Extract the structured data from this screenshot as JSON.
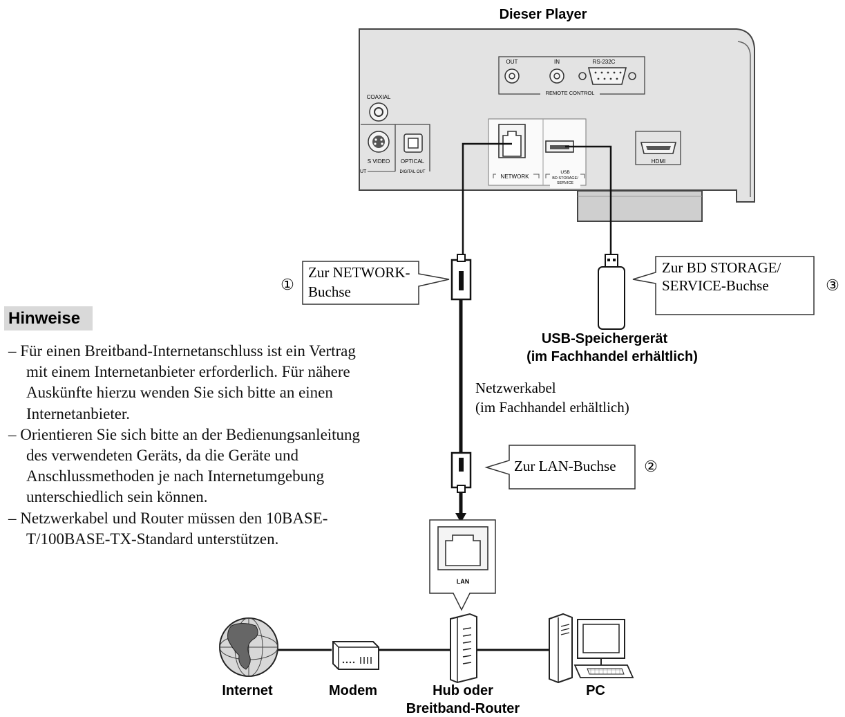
{
  "device": {
    "title": "Dieser Player",
    "ports": {
      "out": "OUT",
      "in": "IN",
      "rs232c": "RS-232C",
      "remote_control": "REMOTE CONTROL",
      "coaxial": "COAXIAL",
      "s_video": "S VIDEO",
      "optical": "OPTICAL",
      "digital_out": "DIGITAL OUT",
      "out_partial": "UT",
      "network": "NETWORK",
      "usb": "USB",
      "bd_storage": "BD STORAGE/",
      "service": "SERVICE",
      "hdmi": "HDMI"
    }
  },
  "callouts": {
    "network": {
      "number": "①",
      "line1": "Zur NETWORK-",
      "line2": "Buchse"
    },
    "bd_storage": {
      "number": "③",
      "line1": "Zur BD STORAGE/",
      "line2": "SERVICE-Buchse"
    },
    "lan": {
      "number": "②",
      "line1": "Zur LAN-Buchse"
    }
  },
  "usb_device": {
    "line1": "USB-Speichergerät",
    "line2": "(im Fachhandel erhältlich)"
  },
  "cable": {
    "line1": "Netzwerkabel",
    "line2": "(im Fachhandel erhältlich)"
  },
  "lan_port_label": "LAN",
  "network_devices": {
    "internet": "Internet",
    "modem": "Modem",
    "hub_line1": "Hub oder",
    "hub_line2": "Breitband-Router",
    "pc": "PC"
  },
  "notes": {
    "title": "Hinweise",
    "items": [
      "– Für einen Breitband-Internetanschluss ist ein Vertrag mit einem Internetanbieter erforderlich. Für nähere Auskünfte hierzu wenden Sie sich bitte an einen Internetanbieter.",
      "– Orientieren Sie sich bitte an der Bedienungsanleitung des verwendeten Geräts, da die Geräte und Anschlussmethoden je nach Internetumgebung unterschiedlich sein können.",
      "– Netzwerkabel und Router müssen den 10BASE-T/100BASE-TX-Standard unterstützen."
    ]
  }
}
